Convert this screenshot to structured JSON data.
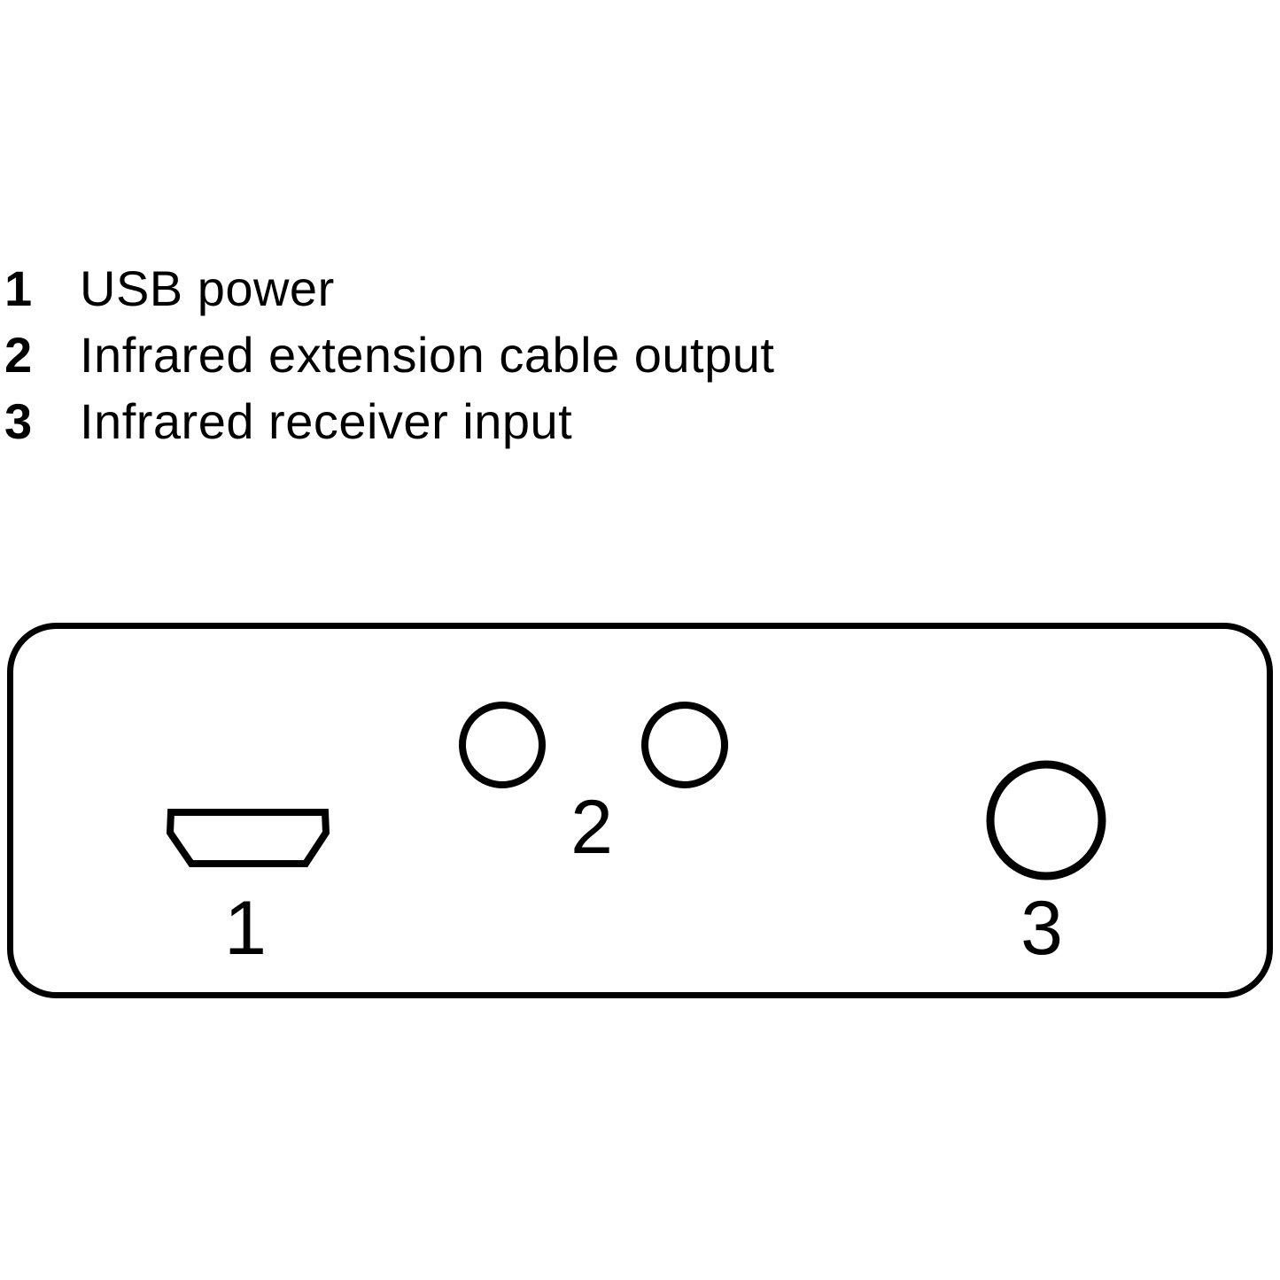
{
  "legend": {
    "items": [
      {
        "num": "1",
        "label": "USB power"
      },
      {
        "num": "2",
        "label": "Infrared extension cable output"
      },
      {
        "num": "3",
        "label": "Infrared receiver input"
      }
    ]
  },
  "panel": {
    "port_labels": {
      "usb_power": "1",
      "ir_extension_output": "2",
      "ir_receiver_input": "3"
    }
  },
  "colors": {
    "line": "#000000",
    "background": "#ffffff"
  }
}
